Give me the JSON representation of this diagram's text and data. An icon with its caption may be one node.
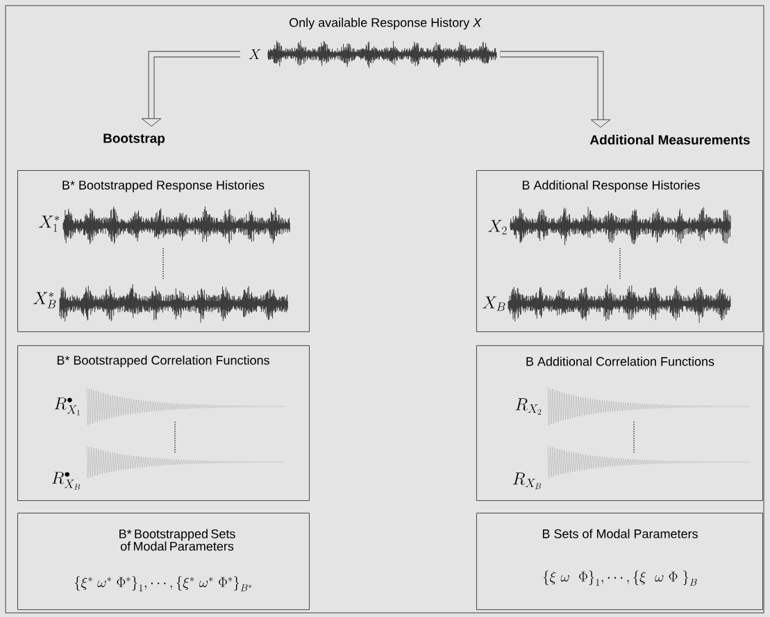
{
  "diagram": {
    "nodes": [
      {
        "text": [
          "Only available Response History *X*",
          "X"
        ]
      },
      {
        "text": [
          "Bootstrap"
        ]
      },
      {
        "text": [
          "Additional Measurements"
        ]
      },
      {
        "text": [
          "B* Bootstrapped Response Histories",
          "X^{*}_{1}",
          "X^{*}_{B}"
        ]
      },
      {
        "text": [
          "B* Bootstrapped Correlation Functions",
          "R^{\\bullet}_{X_{1}}",
          "R^{\\bullet}_{X_{B}}"
        ]
      },
      {
        "text": [
          "B* Bootstrapped Sets of Modal Parameters",
          "\\Bigl\\{\\xi^{*}\\ \\omega^{*}\\ \\Phi^{*}\\Bigr\\}_{1},\\cdots,\\Bigl\\{\\xi^{*}\\ \\omega^{*}\\ \\Phi^{*}\\Bigr\\}_{B^{*}}"
        ]
      },
      {
        "text": [
          "B  Additional Response Histories",
          "X_{2}",
          "X_{B}"
        ]
      },
      {
        "text": [
          "B Additional Correlation Functions",
          "R_{X_{2}}",
          "R_{X_{B}}"
        ]
      },
      {
        "text": [
          "B Sets of Modal Parameters",
          "\\Bigl\\{\\xi\\ \\omega\\ \\ \\Phi\\Bigr\\}_{1},\\cdots,\\Bigl\\{\\xi\\ \\ \\omega\\ \\Phi\\ \\Bigr\\}_{B}"
        ]
      }
    ],
    "edges": [
      {
        "from": 0,
        "to": 1,
        "arrow": "to"
      },
      {
        "from": 0,
        "to": 2,
        "arrow": "to"
      }
    ]
  }
}
